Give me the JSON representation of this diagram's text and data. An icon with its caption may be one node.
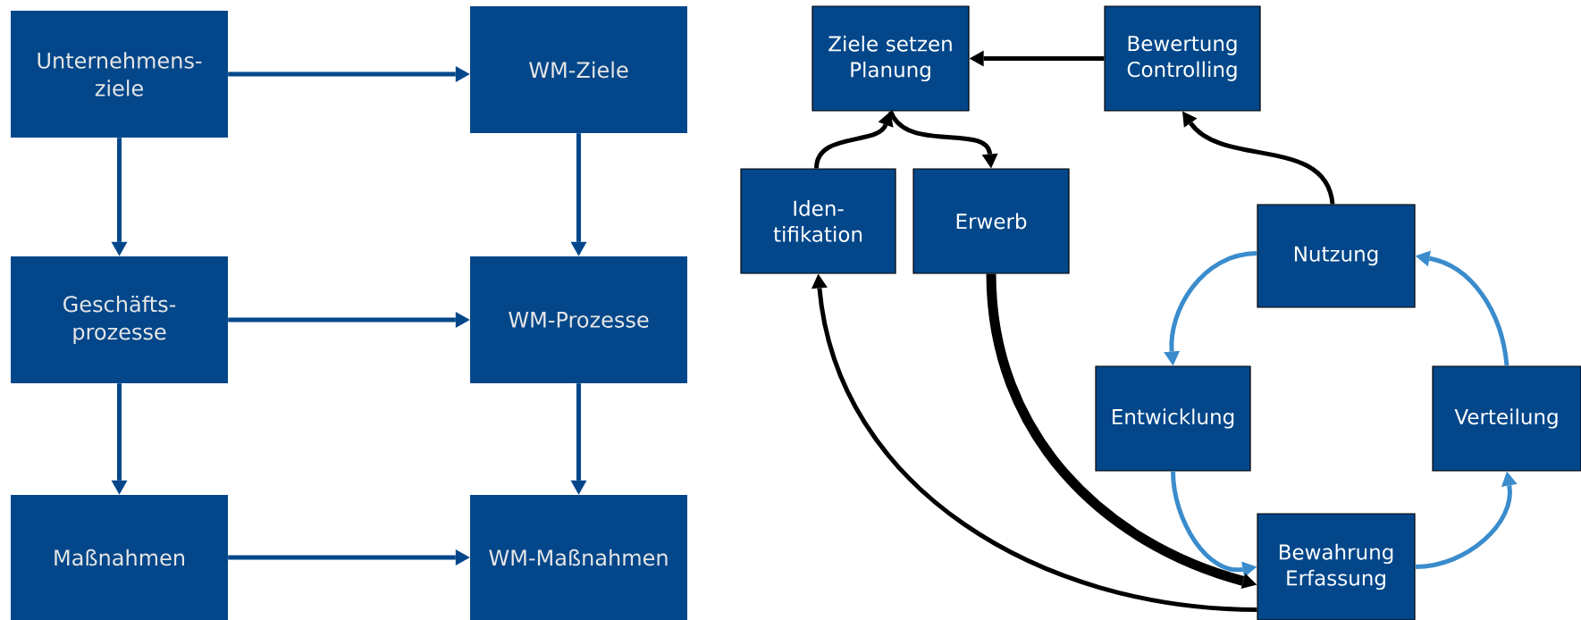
{
  "diagram": {
    "nodes": [
      {
        "text": [
          "Unternehmens- ziele"
        ]
      },
      {
        "text": [
          "WM-Ziele"
        ]
      },
      {
        "text": [
          "Geschäfts- prozesse"
        ]
      },
      {
        "text": [
          "WM-Prozesse"
        ]
      },
      {
        "text": [
          "Maßnahmen"
        ]
      },
      {
        "text": [
          "WM-Maßnahmen"
        ]
      },
      {
        "text": [
          "Ziele setzen Planung"
        ]
      },
      {
        "text": [
          "Bewertung Controlling"
        ]
      },
      {
        "text": [
          "Iden- tifikation"
        ]
      },
      {
        "text": [
          "Erwerb"
        ]
      },
      {
        "text": [
          "Nutzung"
        ]
      },
      {
        "text": [
          "Entwicklung"
        ]
      },
      {
        "text": [
          "Verteilung"
        ]
      },
      {
        "text": [
          "Bewahrung Erfassung"
        ]
      }
    ],
    "edges": [
      {
        "from": 0,
        "to": 1,
        "arrow": "to"
      },
      {
        "from": 0,
        "to": 2,
        "arrow": "to"
      },
      {
        "from": 1,
        "to": 3,
        "arrow": "to"
      },
      {
        "from": 2,
        "to": 3,
        "arrow": "to"
      },
      {
        "from": 2,
        "to": 4,
        "arrow": "to"
      },
      {
        "from": 3,
        "to": 5,
        "arrow": "to"
      },
      {
        "from": 4,
        "to": 5,
        "arrow": "to"
      },
      {
        "from": 7,
        "to": 6,
        "arrow": "to",
        "color": "#000000"
      },
      {
        "from": 8,
        "to": 6,
        "arrow": "to",
        "color": "#000000"
      },
      {
        "from": 6,
        "to": 9,
        "arrow": "to",
        "color": "#000000"
      },
      {
        "from": 10,
        "to": 7,
        "arrow": "to",
        "color": "#000000"
      },
      {
        "from": 10,
        "to": 11,
        "arrow": "to",
        "color": "#3a8ccc"
      },
      {
        "from": 11,
        "to": 13,
        "arrow": "to",
        "color": "#3a8ccc"
      },
      {
        "from": 13,
        "to": 12,
        "arrow": "to",
        "color": "#3a8ccc"
      },
      {
        "from": 12,
        "to": 10,
        "arrow": "to",
        "color": "#3a8ccc"
      },
      {
        "from": 9,
        "to": 13,
        "arrow": "to",
        "style": "thick",
        "color": "#000000"
      },
      {
        "from": 13,
        "to": 8,
        "arrow": "to",
        "color": "#000000"
      }
    ]
  }
}
